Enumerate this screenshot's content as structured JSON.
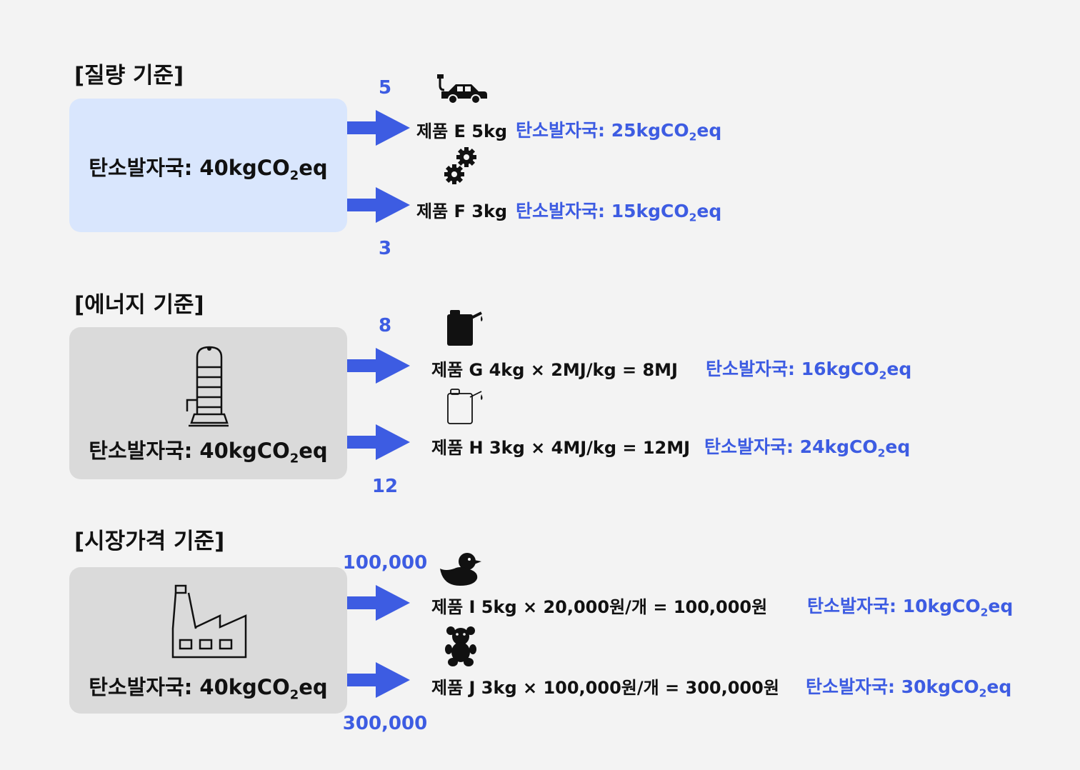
{
  "colors": {
    "accent": "#3d5ce2",
    "box_mass": "#d9e6fd",
    "box_gray": "#dadada",
    "background": "#f3f3f3"
  },
  "sections": [
    {
      "title": "[질량 기준]",
      "source_icon": "none",
      "total": {
        "prefix": "탄소발자국: 40kgCO",
        "sub": "2",
        "suffix": "eq"
      },
      "top_ratio": "5",
      "bottom_ratio": "3",
      "products": [
        {
          "icon": "electric-car-icon",
          "label": "제품 E 5kg",
          "emission": {
            "prefix": "탄소발자국: 25kgCO",
            "sub": "2",
            "suffix": "eq"
          }
        },
        {
          "icon": "gears-icon",
          "label": "제품 F 3kg",
          "emission": {
            "prefix": "탄소발자국: 15kgCO",
            "sub": "2",
            "suffix": "eq"
          }
        }
      ]
    },
    {
      "title": "[에너지 기준]",
      "source_icon": "distillation-column-icon",
      "total": {
        "prefix": "탄소발자국: 40kgCO",
        "sub": "2",
        "suffix": "eq"
      },
      "top_ratio": "8",
      "bottom_ratio": "12",
      "products": [
        {
          "icon": "fuel-can-filled-icon",
          "label": "제품 G 4kg × 2MJ/kg = 8MJ",
          "emission": {
            "prefix": "탄소발자국: 16kgCO",
            "sub": "2",
            "suffix": "eq"
          }
        },
        {
          "icon": "fuel-can-outline-icon",
          "label": "제품 H 3kg × 4MJ/kg = 12MJ",
          "emission": {
            "prefix": "탄소발자국: 24kgCO",
            "sub": "2",
            "suffix": "eq"
          }
        }
      ]
    },
    {
      "title": "[시장가격 기준]",
      "source_icon": "factory-icon",
      "total": {
        "prefix": "탄소발자국: 40kgCO",
        "sub": "2",
        "suffix": "eq"
      },
      "top_ratio": "100,000",
      "bottom_ratio": "300,000",
      "products": [
        {
          "icon": "rubber-duck-icon",
          "label": "제품 I 5kg × 20,000원/개 = 100,000원",
          "emission": {
            "prefix": "탄소발자국: 10kgCO",
            "sub": "2",
            "suffix": "eq"
          }
        },
        {
          "icon": "teddy-bear-icon",
          "label": "제품 J 3kg × 100,000원/개 = 300,000원",
          "emission": {
            "prefix": "탄소발자국: 30kgCO",
            "sub": "2",
            "suffix": "eq"
          }
        }
      ]
    }
  ]
}
